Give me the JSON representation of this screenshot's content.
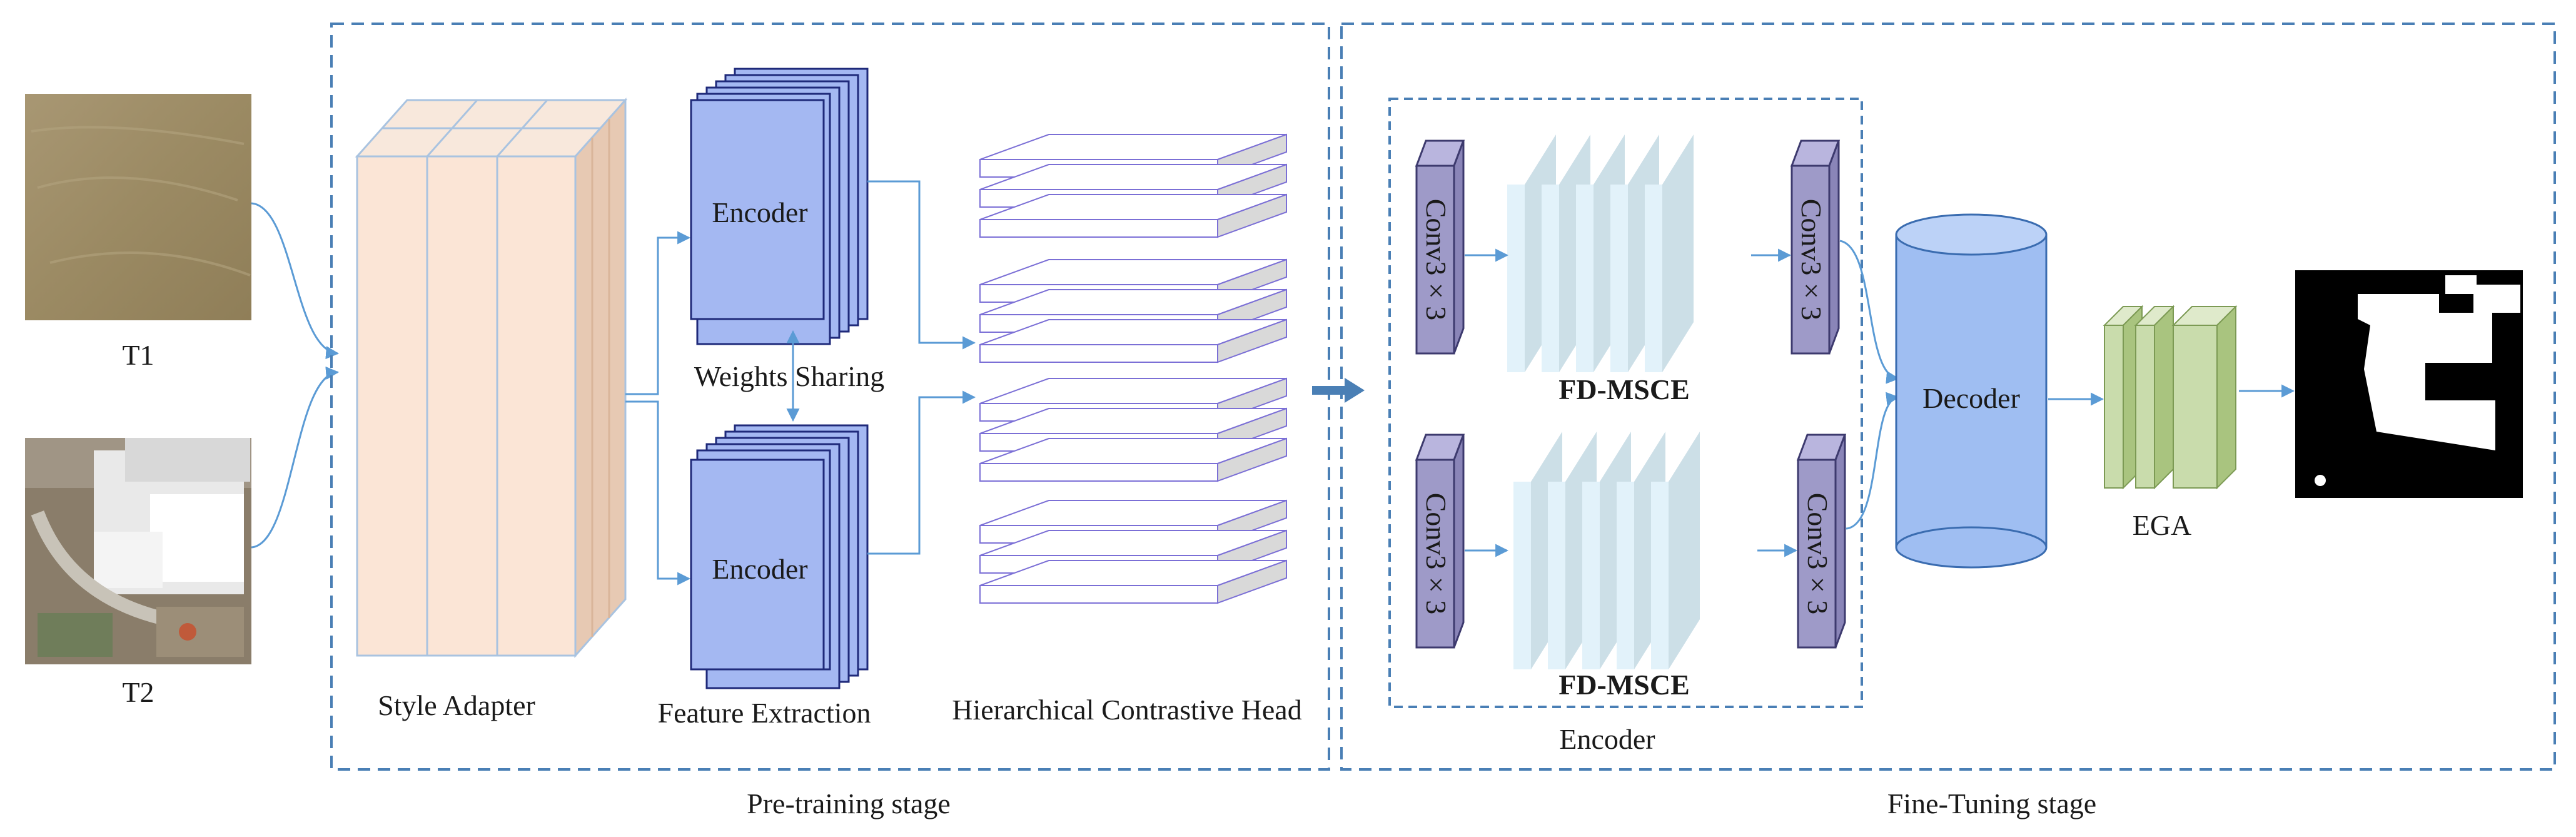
{
  "inputs": {
    "t1_label": "T1",
    "t2_label": "T2"
  },
  "pretraining": {
    "stage_label": "Pre-training stage",
    "style_adapter_label": "Style Adapter",
    "encoder_top_label": "Encoder",
    "encoder_bottom_label": "Encoder",
    "weights_sharing_label": "Weights Sharing",
    "feature_extraction_label": "Feature Extraction",
    "hch_label": "Hierarchical Contrastive Head"
  },
  "finetuning": {
    "stage_label": "Fine-Tuning stage",
    "encoder_label": "Encoder",
    "conv_top_left": "Conv3 × 3",
    "conv_top_right": "Conv3 × 3",
    "conv_bottom_left": "Conv3 × 3",
    "conv_bottom_right": "Conv3 × 3",
    "fdmsce_top": "FD-MSCE",
    "fdmsce_bottom": "FD-MSCE",
    "decoder_label": "Decoder",
    "ega_label": "EGA"
  },
  "colors": {
    "dash_border": "#4a7fb5",
    "arrow": "#5b9bd5",
    "style_adapter": "#fbe5d6",
    "encoder_fill": "#a4b8f2",
    "conv_fill": "#9e9ac8",
    "fd_fill": "#dcecf5",
    "decoder_fill": "#9fbef2",
    "ega_fill": "#c9dcac",
    "hch_stroke": "#7b6fd6"
  }
}
